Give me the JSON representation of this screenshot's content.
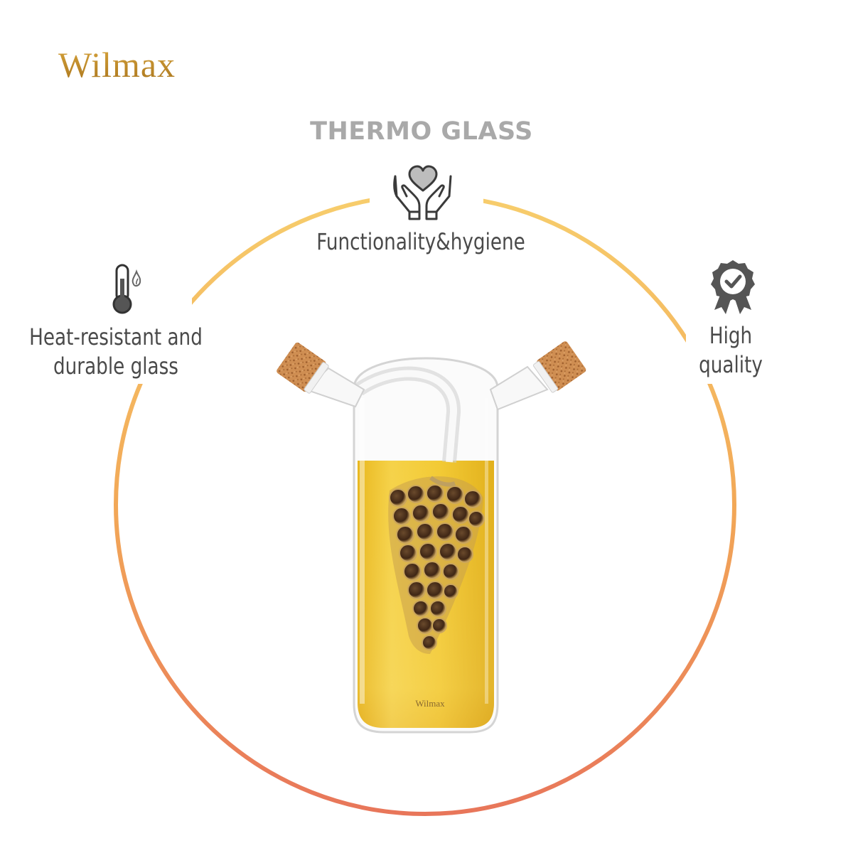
{
  "brand": {
    "name": "Wilmax"
  },
  "header": {
    "subtitle": "THERMO GLASS"
  },
  "features": {
    "functionality": {
      "label": "Functionality&hygiene",
      "icon": "hands-heart-icon"
    },
    "heat": {
      "line1": "Heat-resistant and",
      "line2": "durable glass",
      "icon": "thermometer-icon"
    },
    "quality": {
      "line1": "High",
      "line2": "quality",
      "icon": "quality-badge-icon"
    }
  },
  "product": {
    "description": "glass oil and vinegar bottle with cork stoppers",
    "bottle_mark": "Wilmax",
    "colors": {
      "oil": "#f2c62a",
      "cork": "#c9874a",
      "ring_top": "#f6c96a",
      "ring_bottom": "#e8775a"
    }
  }
}
